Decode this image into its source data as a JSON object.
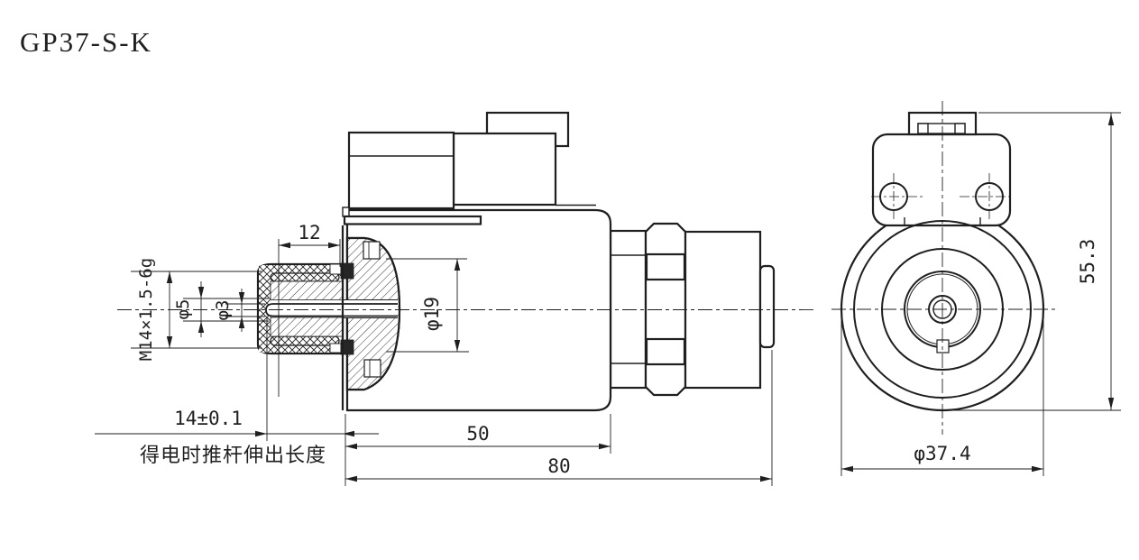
{
  "title": "GP37-S-K",
  "front_view": {
    "dimensions": {
      "thread_length": "12",
      "thread_spec": "M14×1.5-6g",
      "guide_hole_dia": "φ5",
      "push_rod_dia": "φ3",
      "tube_dia": "φ19",
      "rod_extension": "14±0.1",
      "rod_extension_note": "得电时推杆伸出长度",
      "body_length": "50",
      "overall_length": "80"
    }
  },
  "side_view": {
    "dimensions": {
      "overall_height": "55.3",
      "coil_outer_dia": "φ37.4"
    }
  },
  "colors": {
    "line": "#1f1f1f",
    "background": "#ffffff"
  }
}
